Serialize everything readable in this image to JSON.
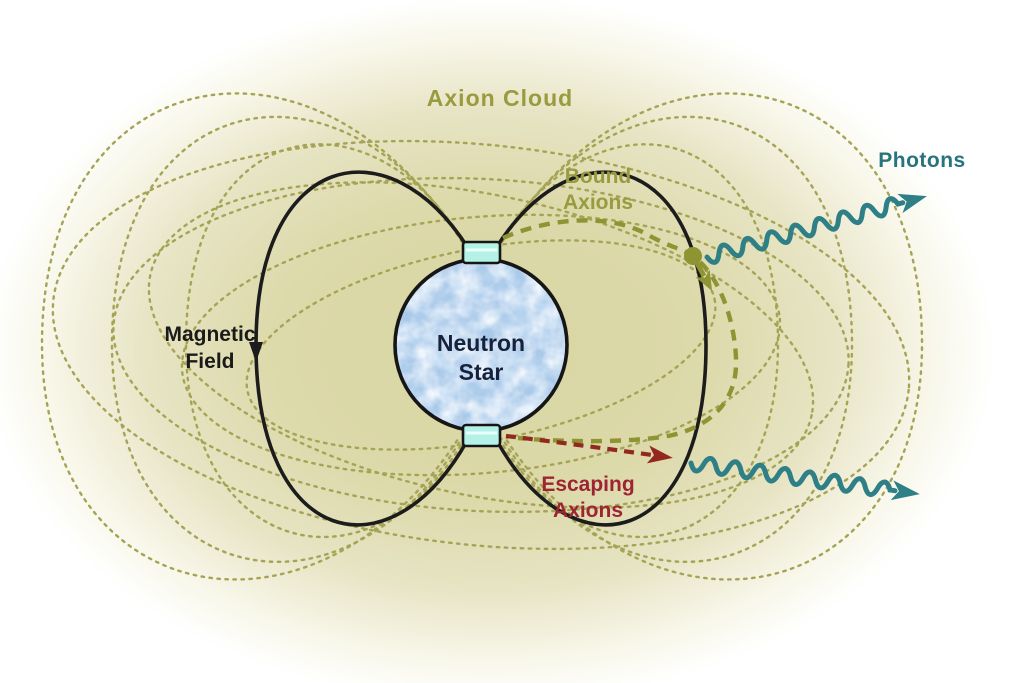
{
  "labels": {
    "axion_cloud": "Axion Cloud",
    "bound_axions": {
      "line1": "Bound",
      "line2": "Axions"
    },
    "photons": "Photons",
    "magnetic_field": {
      "line1": "Magnetic",
      "line2": "Field"
    },
    "escaping_axions": {
      "line1": "Escaping",
      "line2": "Axions"
    },
    "neutron_star": {
      "line1": "Neutron",
      "line2": "Star"
    }
  },
  "colors": {
    "olive_dot": "#a5a455",
    "olive_bold": "#8f9433",
    "olive_label": "#9a9a3e",
    "teal": "#2e7f86",
    "teal_label": "#27747e",
    "red_arrow": "#932820",
    "red_label": "#9e2433",
    "field_line": "#1c1c1c",
    "star_fill": "#a9c9e9",
    "star_text": "#16213c",
    "polar_cap": "#b4f1e6",
    "background": "#d9d6a2"
  }
}
